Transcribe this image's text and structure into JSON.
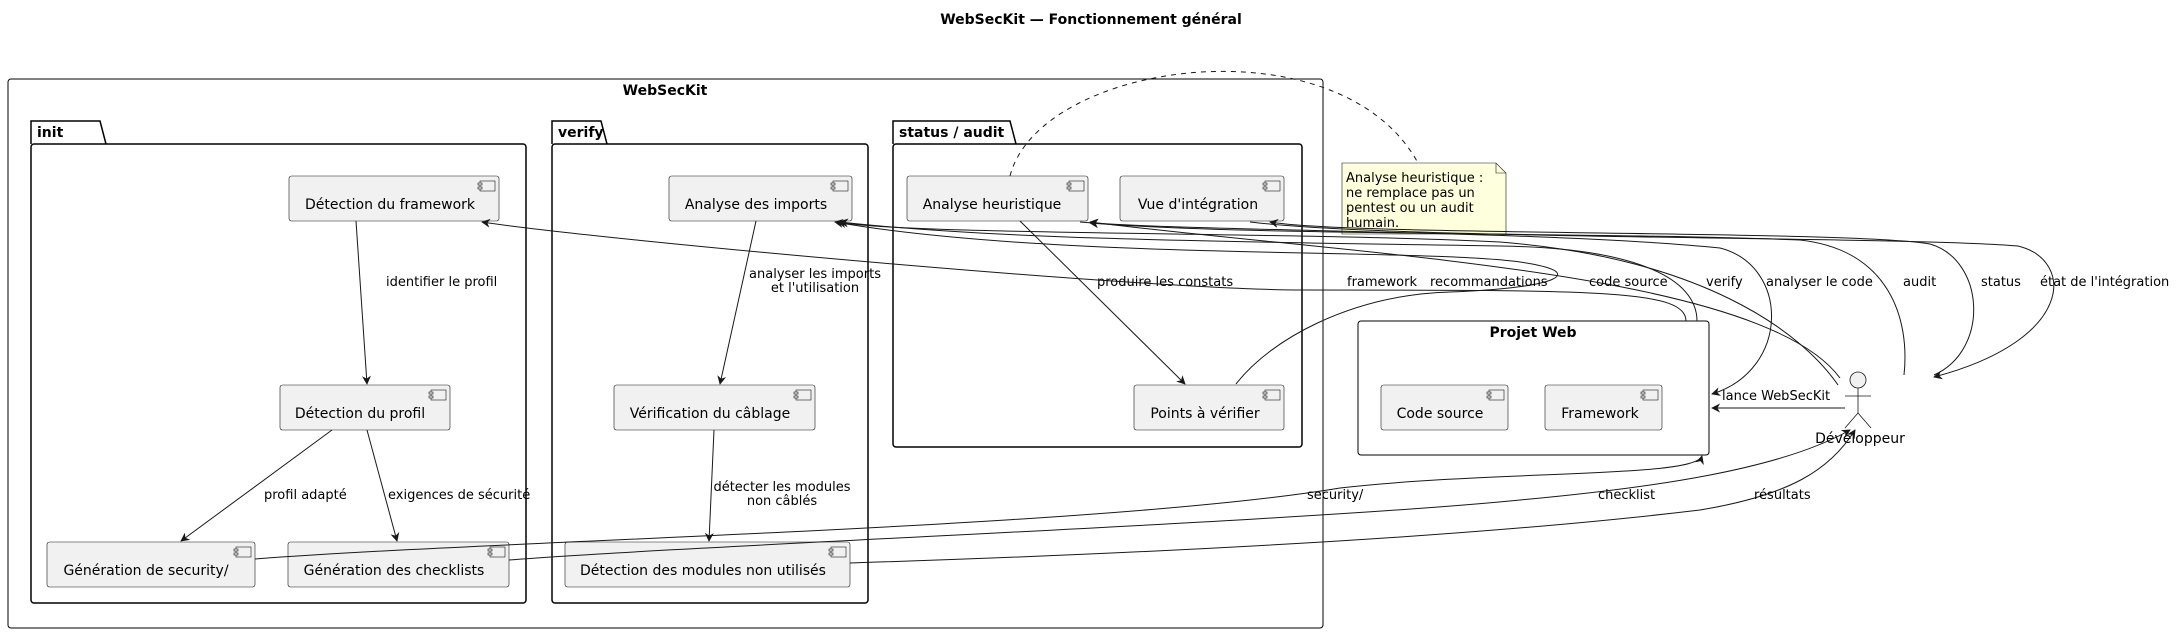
{
  "title": "WebSecKit — Fonctionnement général",
  "containers": {
    "websec": "WebSecKit",
    "init": "init",
    "verify": "verify",
    "status": "status / audit",
    "projet": "Projet Web"
  },
  "components": {
    "framework_detect": "Détection du framework",
    "profile_detect": "Détection du profil",
    "gen_security": "Génération de security/",
    "gen_checklists": "Génération des checklists",
    "imports": "Analyse des imports",
    "wiring": "Vérification du câblage",
    "unused": "Détection des modules non utilisés",
    "heuristic": "Analyse heuristique",
    "integration_view": "Vue d'intégration",
    "points": "Points à vérifier",
    "source_code": "Code source",
    "framework": "Framework"
  },
  "actor": {
    "name": "Développeur"
  },
  "note": {
    "lines": [
      "Analyse heuristique :",
      "ne remplace pas un",
      "pentest ou un audit",
      "humain."
    ]
  },
  "edges": {
    "identify_profile": "identifier le profil",
    "adapted_profile": "profil adapté",
    "security_requirements": "exigences de sécurité",
    "analyze_imports_1": "analyser les imports",
    "analyze_imports_2": "et l'utilisation",
    "detect_unwired_1": "détecter les modules",
    "detect_unwired_2": "non câblés",
    "produce_findings": "produire les constats",
    "framework": "framework",
    "recommendations": "recommandations",
    "source_code": "code source",
    "verify": "verify",
    "analyze_code": "analyser le code",
    "audit": "audit",
    "status": "status",
    "integration_state": "état de l'intégration",
    "launch": "lance WebSecKit",
    "security_dir": "security/",
    "checklist": "checklist",
    "results": "résultats"
  }
}
